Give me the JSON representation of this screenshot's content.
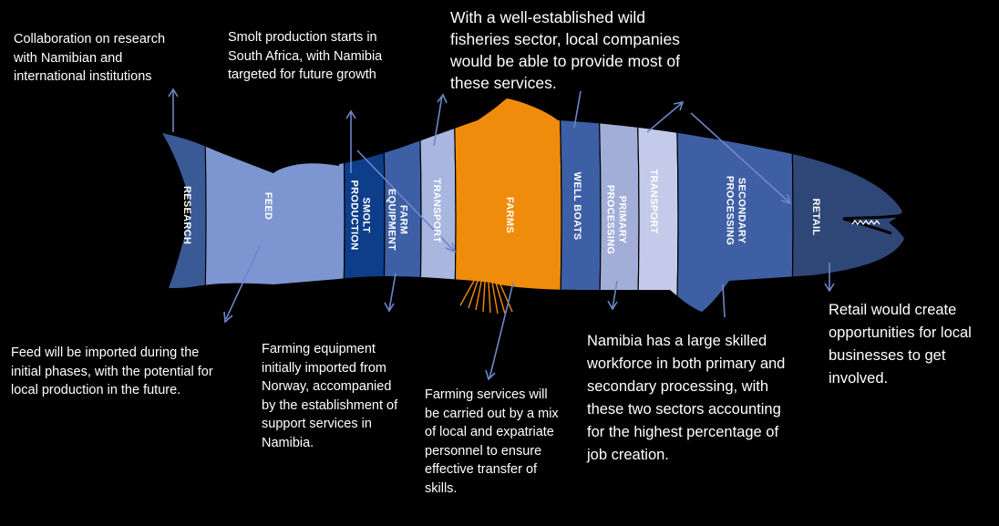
{
  "segments": [
    {
      "lines": [
        "RESEARCH"
      ],
      "color": "#3a5a96"
    },
    {
      "lines": [
        "FEED"
      ],
      "color": "#7d96d2"
    },
    {
      "lines": [
        "SMOLT",
        "PRODUCTION"
      ],
      "color": "#0e3d8a"
    },
    {
      "lines": [
        "FARM",
        "EQUIPMENT"
      ],
      "color": "#3c5fa6"
    },
    {
      "lines": [
        "TRANSPORT"
      ],
      "color": "#a8b6e0"
    },
    {
      "lines": [
        "FARMS"
      ],
      "color": "#f08c0c"
    },
    {
      "lines": [
        "WELL BOATS"
      ],
      "color": "#3c5fa6"
    },
    {
      "lines": [
        "PRIMARY",
        "PROCESSING"
      ],
      "color": "#a2aed8"
    },
    {
      "lines": [
        "TRANSPORT"
      ],
      "color": "#c4cbea"
    },
    {
      "lines": [
        "SECONDARY",
        "PROCESSING"
      ],
      "color": "#3f5fa4"
    },
    {
      "lines": [
        "RETAIL"
      ],
      "color": "#2e4777"
    }
  ],
  "annotations": {
    "research": "Collaboration on research with Namibian and international institutions",
    "smolt": "Smolt production starts in South Africa, with Namibia targeted for future growth",
    "fisheries": "With a well-established wild fisheries sector, local companies would be able to provide most of these services.",
    "feed": "Feed will be imported during the initial phases, with the potential for local production in the future.",
    "equipment": "Farming equipment initially imported from Norway, accompanied by the establishment of support services in Namibia.",
    "farming_services": "Farming services will be carried out by a mix of local and expatriate personnel to ensure effective transfer of skills.",
    "processing": "Namibia has a large skilled workforce in both primary and secondary processing, with these two sectors accounting for the highest percentage of job creation.",
    "retail": "Retail would create opportunities for local businesses to get involved."
  },
  "colors": {
    "background": "#000000",
    "arrow": "#6f86c8",
    "accent": "#f08c0c"
  }
}
